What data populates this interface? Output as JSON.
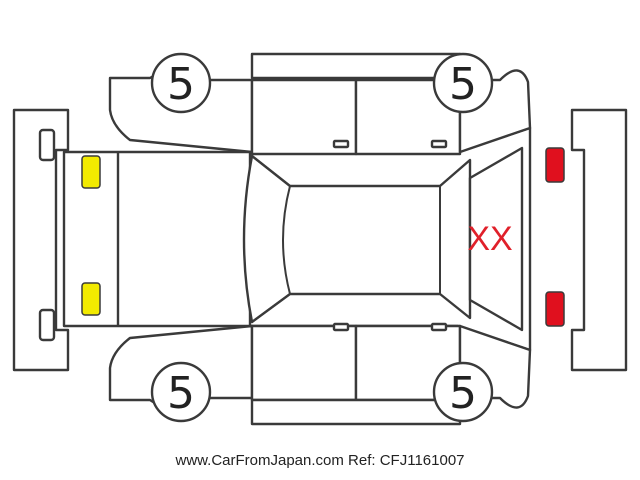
{
  "tires": {
    "front_left_grade": "5",
    "front_right_grade": "5",
    "rear_left_grade": "5",
    "rear_right_grade": "5"
  },
  "damage": {
    "rear_glass_code": "XX"
  },
  "markers": {
    "front_lamp_color": "#f2ea00",
    "rear_lamp_color": "#e0101e",
    "code_color": "#e0202a"
  },
  "footer": {
    "text": "www.CarFromJapan.com Ref: CFJ1161007"
  }
}
